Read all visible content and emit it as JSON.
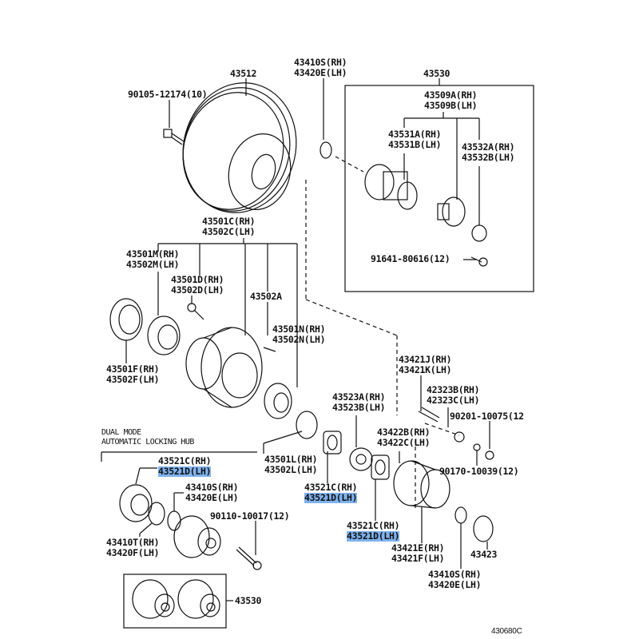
{
  "diagram": {
    "illustration_code": "430680C",
    "highlight_color": "#7fb2ee",
    "section_title": [
      "DUAL MODE",
      "AUTOMATIC LOCKING HUB"
    ],
    "labels": {
      "bolt_top": "90105-12174(10)",
      "disc": "43512",
      "snap_ring_top": [
        "43410S(RH)",
        "43420E(LH)"
      ],
      "hub_kit": "43530",
      "hub_body": [
        "43509A(RH)",
        "43509B(LH)"
      ],
      "hub_housing": [
        "43531A(RH)",
        "43531B(LH)"
      ],
      "hub_inner": [
        "43532A(RH)",
        "43532B(LH)"
      ],
      "hub_bolt": "91641-80616(12)",
      "knuckle": [
        "43501C(RH)",
        "43502C(LH)"
      ],
      "seal_m": [
        "43501M(RH)",
        "43502M(LH)"
      ],
      "bolt_d": [
        "43501D(RH)",
        "43502D(LH)"
      ],
      "part_a": "43502A",
      "pin_n": [
        "43501N(RH)",
        "43502N(LH)"
      ],
      "seal_f": [
        "43501F(RH)",
        "43502F(LH)"
      ],
      "stud_j": [
        "43421J(RH)",
        "43421K(LH)"
      ],
      "stud_b": [
        "42323B(RH)",
        "42323C(LH)"
      ],
      "nut_right": "90201-10075(12",
      "lockwasher": [
        "43523A(RH)",
        "43523B(LH)"
      ],
      "hub_flange": [
        "43422B(RH)",
        "43422C(LH)"
      ],
      "washer_bottom": "90170-10039(12)",
      "bearing_upper_left": [
        "43521C(RH)",
        "43521D(LH)"
      ],
      "snap_ring_left": [
        "43410S(RH)",
        "43420E(LH)"
      ],
      "washer_l": [
        "43501L(RH)",
        "43502L(LH)"
      ],
      "bearing_mid": [
        "43521C(RH)",
        "43521D(LH)"
      ],
      "bolt_bottom": "90110-10017(12)",
      "ring_t": [
        "43410T(RH)",
        "43420F(LH)"
      ],
      "bearing_lower": [
        "43521C(RH)",
        "43521D(LH)"
      ],
      "hub_e": [
        "43421E(RH)",
        "43421F(LH)"
      ],
      "cap": "43423",
      "snap_ring_bottom": [
        "43410S(RH)",
        "43420E(LH)"
      ],
      "hub_kit_bottom": "43530"
    }
  }
}
